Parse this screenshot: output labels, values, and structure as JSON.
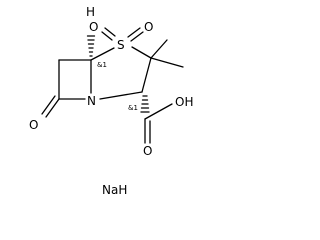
{
  "molecule": {
    "atoms": {
      "sulfur": "S",
      "oxygen_s_left": "O",
      "oxygen_s_right": "O",
      "nitrogen": "N",
      "oxygen_carbonyl": "O",
      "hydrogen": "H",
      "carboxyl_oh": "OH",
      "carboxyl_o": "O"
    },
    "stereo_labels": {
      "c5": "&1",
      "c3": "&1"
    },
    "counterion": "NaH"
  }
}
